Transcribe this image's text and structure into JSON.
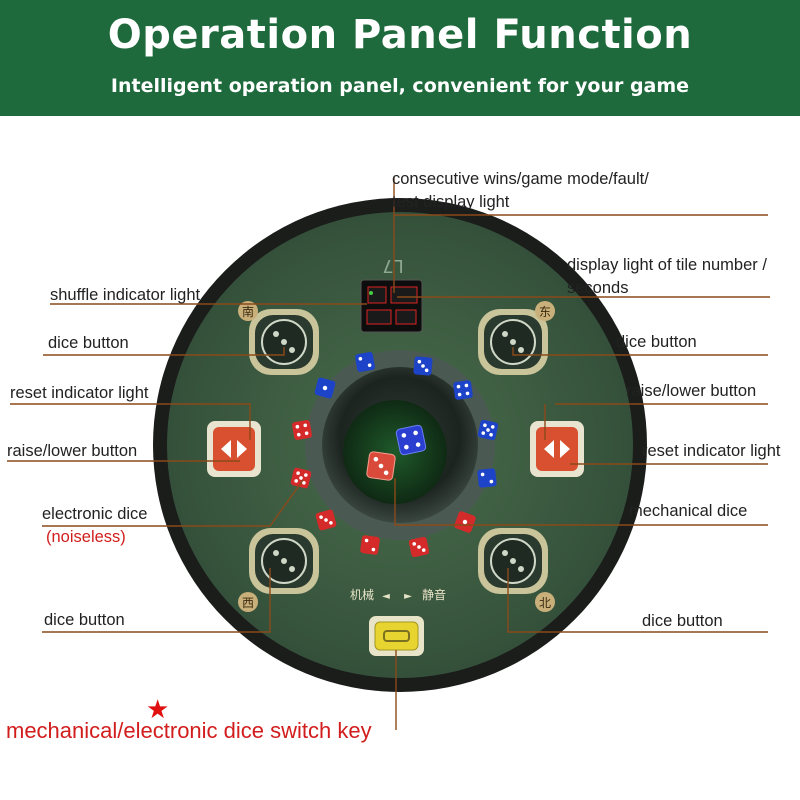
{
  "header": {
    "title": "Operation Panel Function",
    "subtitle": "Intelligent operation panel, convenient for your game"
  },
  "labels": {
    "consecutive_line1": "consecutive wins/game mode/fault/",
    "consecutive_line2": "test display light",
    "tile_number_line1": "display light of tile number /",
    "tile_number_line2": "seconds",
    "shuffle": "shuffle indicator light",
    "dice_button_tl": "dice button",
    "dice_button_tr": "dice button",
    "reset_left": "reset indicator light",
    "raise_lower_left": "raise/lower button",
    "raise_lower_right": "raise/lower button",
    "reset_right": "reset indicator light",
    "electronic_dice": "electronic dice",
    "noiseless": "(noiseless)",
    "mechanical_dice": "mechanical dice",
    "dice_button_bl": "dice button",
    "dice_button_br": "dice button",
    "switch_key": "mechanical/electronic dice switch key",
    "star": "★"
  },
  "panel": {
    "display_text": "L7",
    "seat_east": "东",
    "seat_south": "南",
    "seat_west": "西",
    "seat_north": "北",
    "switch_left": "机械",
    "switch_arrow_left": "◄",
    "switch_arrow_right": "►",
    "switch_right": "静音"
  },
  "colors": {
    "header_bg": "#1e6a3c",
    "table_felt": "#3c5a3f",
    "table_rim": "#1b1d1b",
    "accent_red": "#d21d1d",
    "button_orange": "#d8502f",
    "dice_blue": "#1d44c8",
    "dice_red": "#d42a2a"
  }
}
